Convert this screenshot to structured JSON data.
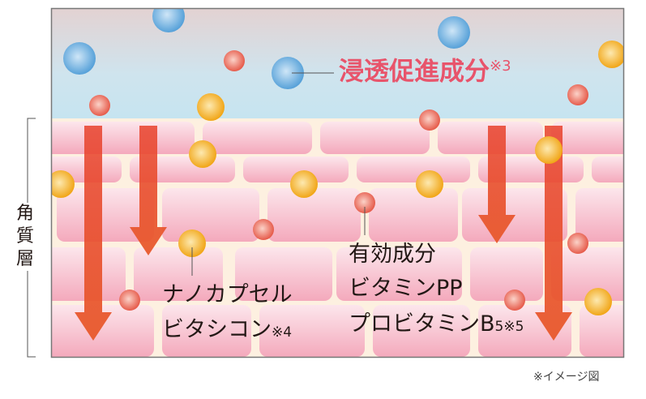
{
  "labels": {
    "penetration": "浸透促進成分",
    "penetration_note": "※3",
    "layer": "角質層",
    "active_line1": "有効成分",
    "active_line2": "ビタミンPP",
    "active_line3": "プロビタミンB",
    "active_sub": "5",
    "active_note": "※5",
    "nano_line1": "ナノカプセル",
    "nano_line2": "ビタシコン",
    "nano_note": "※4",
    "image_note": "※イメージ図"
  },
  "colors": {
    "penetration_text": "#e8546b",
    "arrow": "#e8412c",
    "cell": "#f5b3c3",
    "blue_ball": "#5aa5dc",
    "red_ball": "#e8604f",
    "yellow_ball": "#f2a80f"
  }
}
